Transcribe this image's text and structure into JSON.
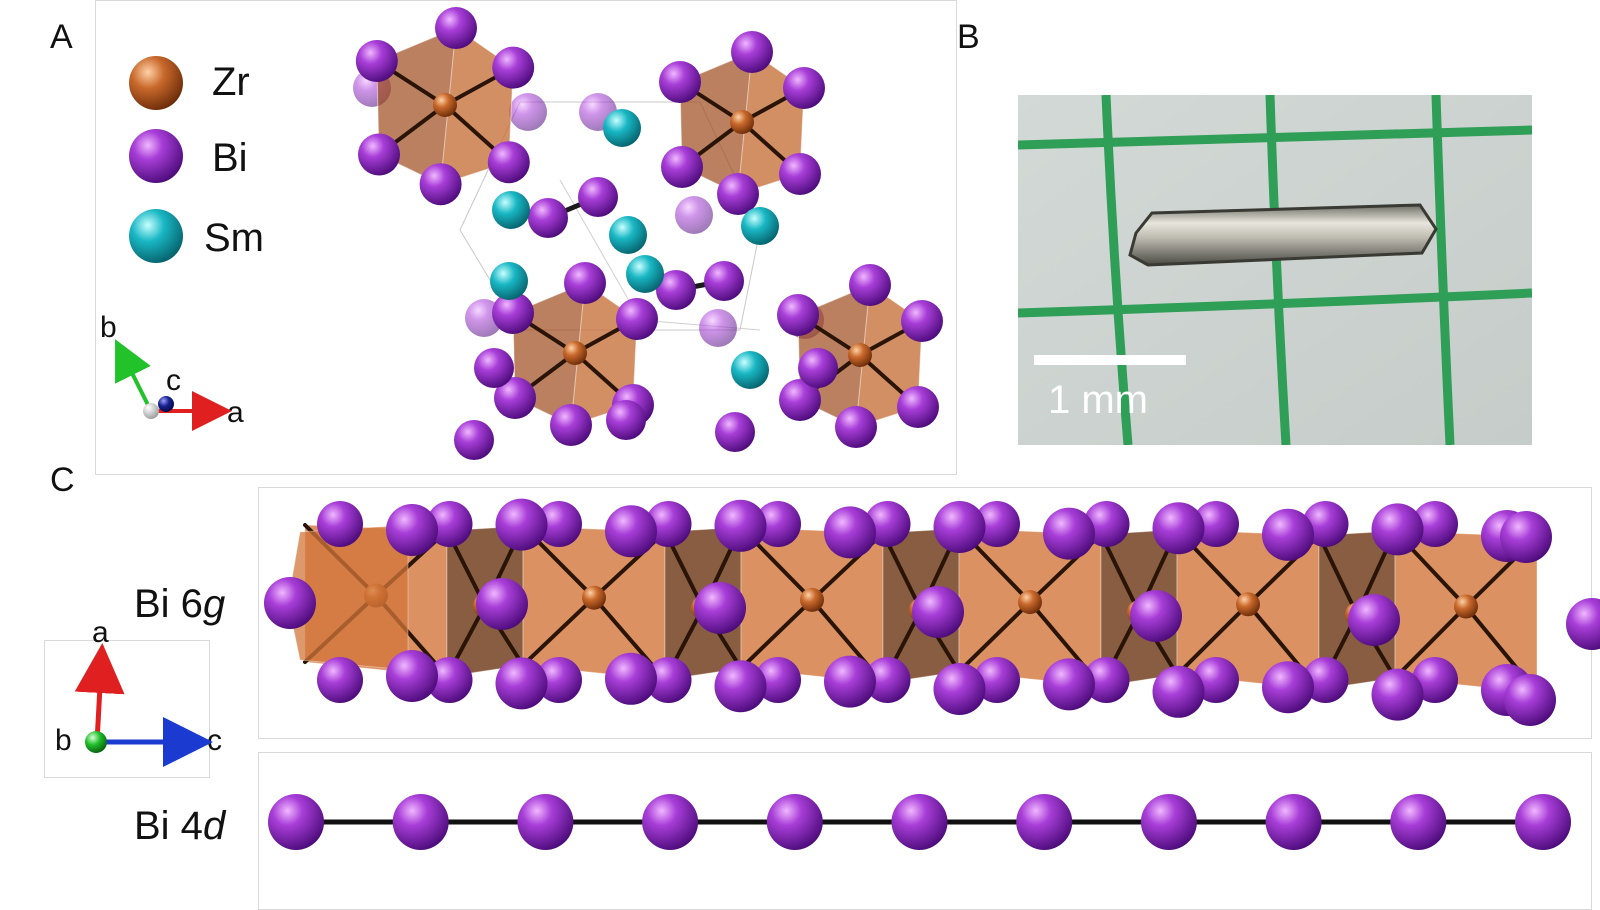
{
  "panels": {
    "a": "A",
    "b": "B",
    "c": "C"
  },
  "legend": [
    {
      "label": "Zr",
      "color": "#c9692c"
    },
    {
      "label": "Bi",
      "color": "#9b2fc6"
    },
    {
      "label": "Sm",
      "color": "#19b7c4"
    }
  ],
  "axes_a": {
    "b": "b",
    "c": "c",
    "a": "a"
  },
  "axes_c": {
    "a": "a",
    "b": "b",
    "c": "c"
  },
  "photo": {
    "scale_bar": "1 mm"
  },
  "rows": {
    "bi6g": {
      "prefix": "Bi 6",
      "italic": "g"
    },
    "bi4d": {
      "prefix": "Bi 4",
      "italic": "d"
    }
  },
  "colors": {
    "bi": "#9b2fc6",
    "zr": "#c9692c",
    "sm": "#19b7c4",
    "grid": "#2f9e57"
  }
}
